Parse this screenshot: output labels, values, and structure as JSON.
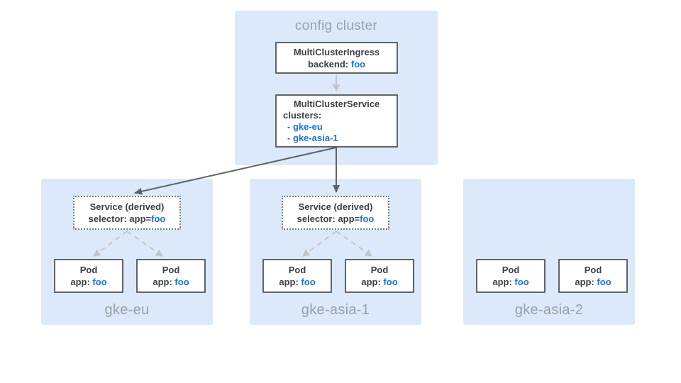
{
  "colors": {
    "panel_blue": "#dbe9fa",
    "box_border_gray": "#5f6368",
    "text_dark": "#3c4043",
    "text_blue": "#1a73e8",
    "label_gray": "#9aa0a6",
    "arrow_dark": "#5f6368",
    "arrow_light": "#c2c6ca"
  },
  "config_cluster": {
    "title": "config cluster",
    "multi_cluster_ingress": {
      "name": "MultiClusterIngress",
      "backend_label": "backend: ",
      "backend_value": "foo"
    },
    "multi_cluster_service": {
      "name": "MultiClusterService",
      "clusters_label": "clusters:",
      "cluster_items": [
        "- gke-eu",
        "- gke-asia-1"
      ]
    }
  },
  "clusters": [
    {
      "name": "gke-eu",
      "service": {
        "title": "Service (derived)",
        "selector_label": "selector: app=",
        "selector_value": "foo"
      },
      "pods": [
        {
          "title": "Pod",
          "label": "app: ",
          "value": "foo"
        },
        {
          "title": "Pod",
          "label": "app: ",
          "value": "foo"
        }
      ]
    },
    {
      "name": "gke-asia-1",
      "service": {
        "title": "Service (derived)",
        "selector_label": "selector: app=",
        "selector_value": "foo"
      },
      "pods": [
        {
          "title": "Pod",
          "label": "app: ",
          "value": "foo"
        },
        {
          "title": "Pod",
          "label": "app: ",
          "value": "foo"
        }
      ]
    },
    {
      "name": "gke-asia-2",
      "pods": [
        {
          "title": "Pod",
          "label": "app: ",
          "value": "foo"
        },
        {
          "title": "Pod",
          "label": "app: ",
          "value": "foo"
        }
      ]
    }
  ]
}
